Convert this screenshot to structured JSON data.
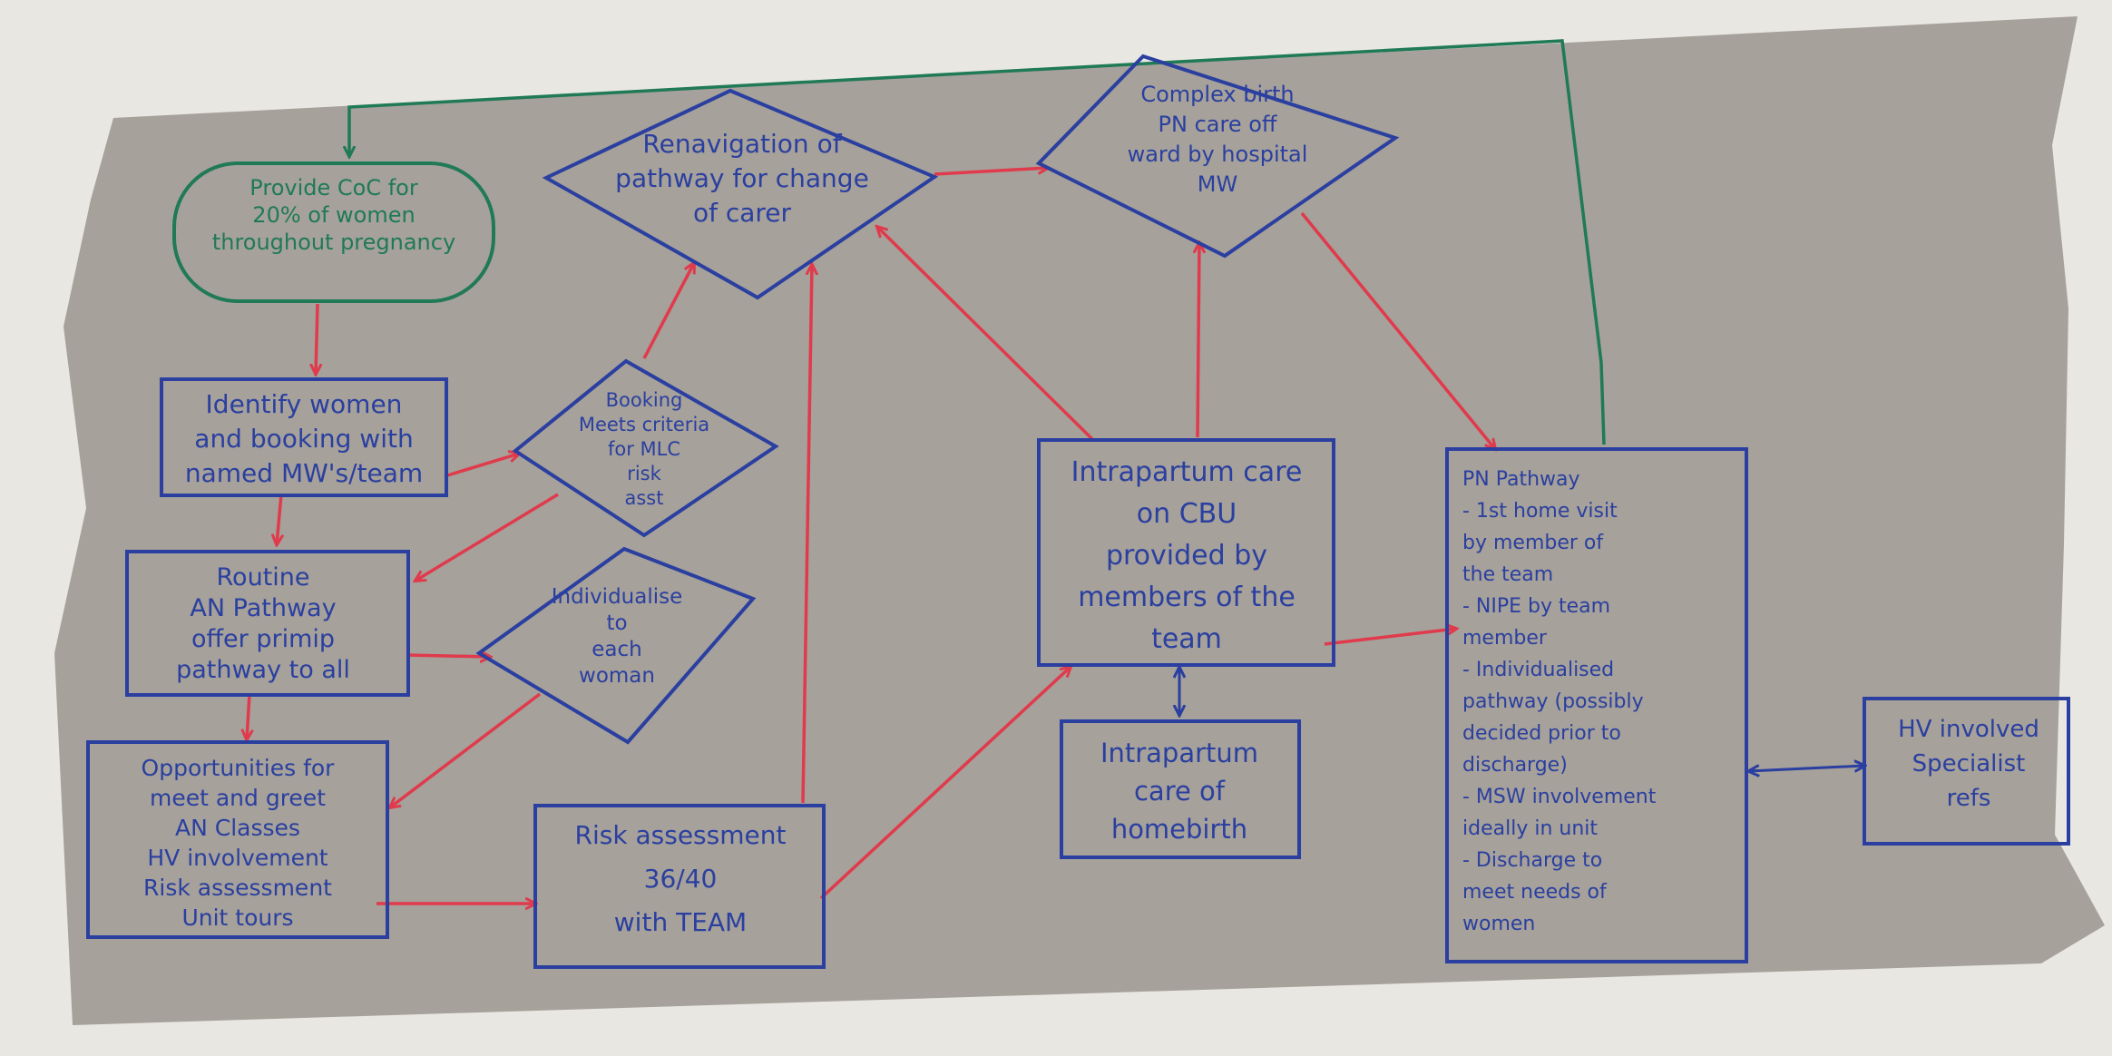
{
  "colors": {
    "paper": "#a6a19a",
    "floor": "#e9e7e1",
    "blue_ink": "#2a3fa0",
    "red_ink": "#e03a4c",
    "green_ink": "#1f7a55"
  },
  "nodes": {
    "provide_coc": {
      "lines": [
        "Provide CoC for",
        "20% of women",
        "throughout pregnancy"
      ]
    },
    "identify_women": {
      "lines": [
        "Identify women",
        "and booking with",
        "named MW's/team"
      ]
    },
    "booking": {
      "lines": [
        "Booking",
        "Meets criteria",
        "for MLC",
        "risk",
        "asst"
      ]
    },
    "renavigation": {
      "lines": [
        "Renavigation of",
        "pathway for change",
        "of carer"
      ]
    },
    "complex_birth": {
      "lines": [
        "Complex birth",
        "PN care off",
        "ward by hospital",
        "MW"
      ]
    },
    "routine_an": {
      "lines": [
        "Routine",
        "AN Pathway",
        "offer primip",
        "pathway to all"
      ]
    },
    "individualise": {
      "lines": [
        "Individualise",
        "to",
        "each",
        "woman"
      ]
    },
    "opportunities": {
      "lines": [
        "Opportunities for",
        "meet and greet",
        "AN Classes",
        "HV involvement",
        "Risk assessment",
        "Unit tours"
      ]
    },
    "risk_assessment": {
      "lines": [
        "Risk assessment",
        "36/40",
        "with TEAM"
      ]
    },
    "intrapartum_cbu": {
      "lines": [
        "Intrapartum care",
        "on CBU",
        "provided by",
        "members of the",
        "team"
      ]
    },
    "intrapartum_homebirth": {
      "lines": [
        "Intrapartum",
        "care of",
        "homebirth"
      ]
    },
    "pn_pathway": {
      "lines": [
        "PN Pathway",
        "- 1st home visit",
        "by member of",
        "the team",
        "- NIPE by team",
        "member",
        "- Individualised",
        "pathway (possibly",
        "decided prior to",
        "discharge)",
        "- MSW involvement",
        "ideally in unit",
        "- Discharge to",
        "meet needs of",
        "women"
      ]
    },
    "hv_involved": {
      "lines": [
        "HV involved",
        "Specialist",
        "refs"
      ]
    }
  }
}
